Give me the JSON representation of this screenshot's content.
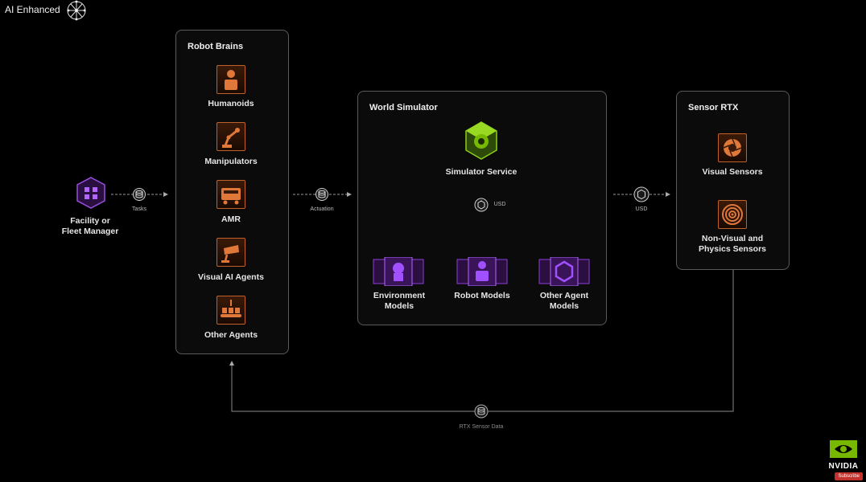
{
  "header": {
    "title": "AI Enhanced",
    "logo_icon": "brain-network-icon"
  },
  "facility": {
    "label_line1": "Facility or",
    "label_line2": "Fleet Manager",
    "icon": "grid-cube-icon"
  },
  "connectors": {
    "tasks": "Tasks",
    "actuation": "Actuation",
    "usd_inner": "USD",
    "usd_outer": "USD",
    "rtx_sensor_data": "RTX Sensor Data"
  },
  "robot_brains": {
    "title": "Robot Brains",
    "items": [
      {
        "label": "Humanoids",
        "icon": "humanoid-icon"
      },
      {
        "label": "Manipulators",
        "icon": "robot-arm-icon"
      },
      {
        "label": "AMR",
        "icon": "amr-cart-icon"
      },
      {
        "label": "Visual AI Agents",
        "icon": "camera-icon"
      },
      {
        "label": "Other Agents",
        "icon": "conveyor-icon"
      }
    ]
  },
  "world_simulator": {
    "title": "World Simulator",
    "service": {
      "label": "Simulator Service",
      "icon": "simulator-cube-icon"
    },
    "models": [
      {
        "label_line1": "Environment",
        "label_line2": "Models",
        "icon": "environment-model-icon"
      },
      {
        "label_line1": "Robot Models",
        "label_line2": "",
        "icon": "robot-model-icon"
      },
      {
        "label_line1": "Other Agent",
        "label_line2": "Models",
        "icon": "agent-model-icon"
      }
    ]
  },
  "sensor_rtx": {
    "title": "Sensor RTX",
    "items": [
      {
        "label_line1": "Visual Sensors",
        "label_line2": "",
        "icon": "aperture-icon"
      },
      {
        "label_line1": "Non-Visual and",
        "label_line2": "Physics Sensors",
        "icon": "radar-icon"
      }
    ]
  },
  "branding": {
    "logo_text": "NVIDIA",
    "subscribe_label": "Subscribe"
  },
  "colors": {
    "accent_green": "#76b900",
    "orange": "#d2692f",
    "purple": "#8e3fd8"
  }
}
